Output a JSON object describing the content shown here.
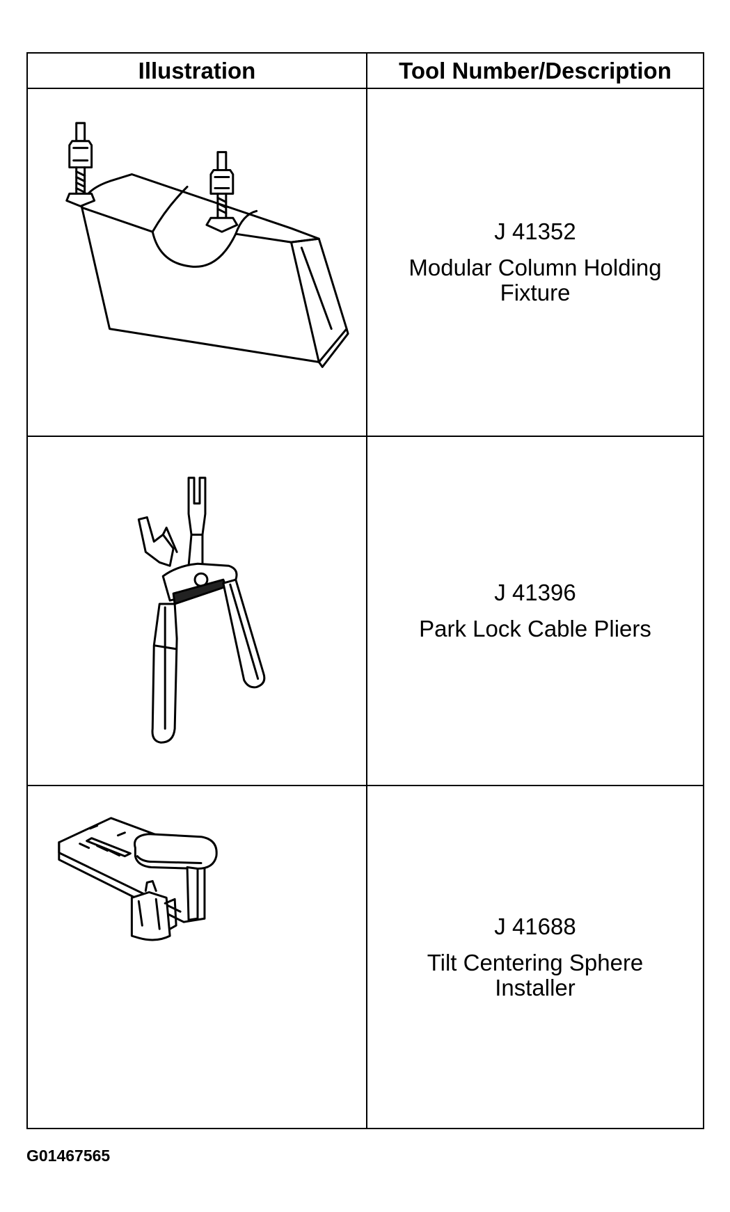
{
  "table": {
    "headers": {
      "illustration": "Illustration",
      "description": "Tool Number/Description"
    },
    "rows": [
      {
        "tool_number": "J 41352",
        "description": "Modular Column Holding Fixture",
        "illustration_icon": "holding-fixture-icon"
      },
      {
        "tool_number": "J 41396",
        "description": "Park Lock Cable Pliers",
        "illustration_icon": "pliers-icon"
      },
      {
        "tool_number": "J 41688",
        "description": "Tilt Centering Sphere Installer",
        "illustration_icon": "sphere-installer-icon"
      }
    ]
  },
  "figure_id": "G01467565"
}
